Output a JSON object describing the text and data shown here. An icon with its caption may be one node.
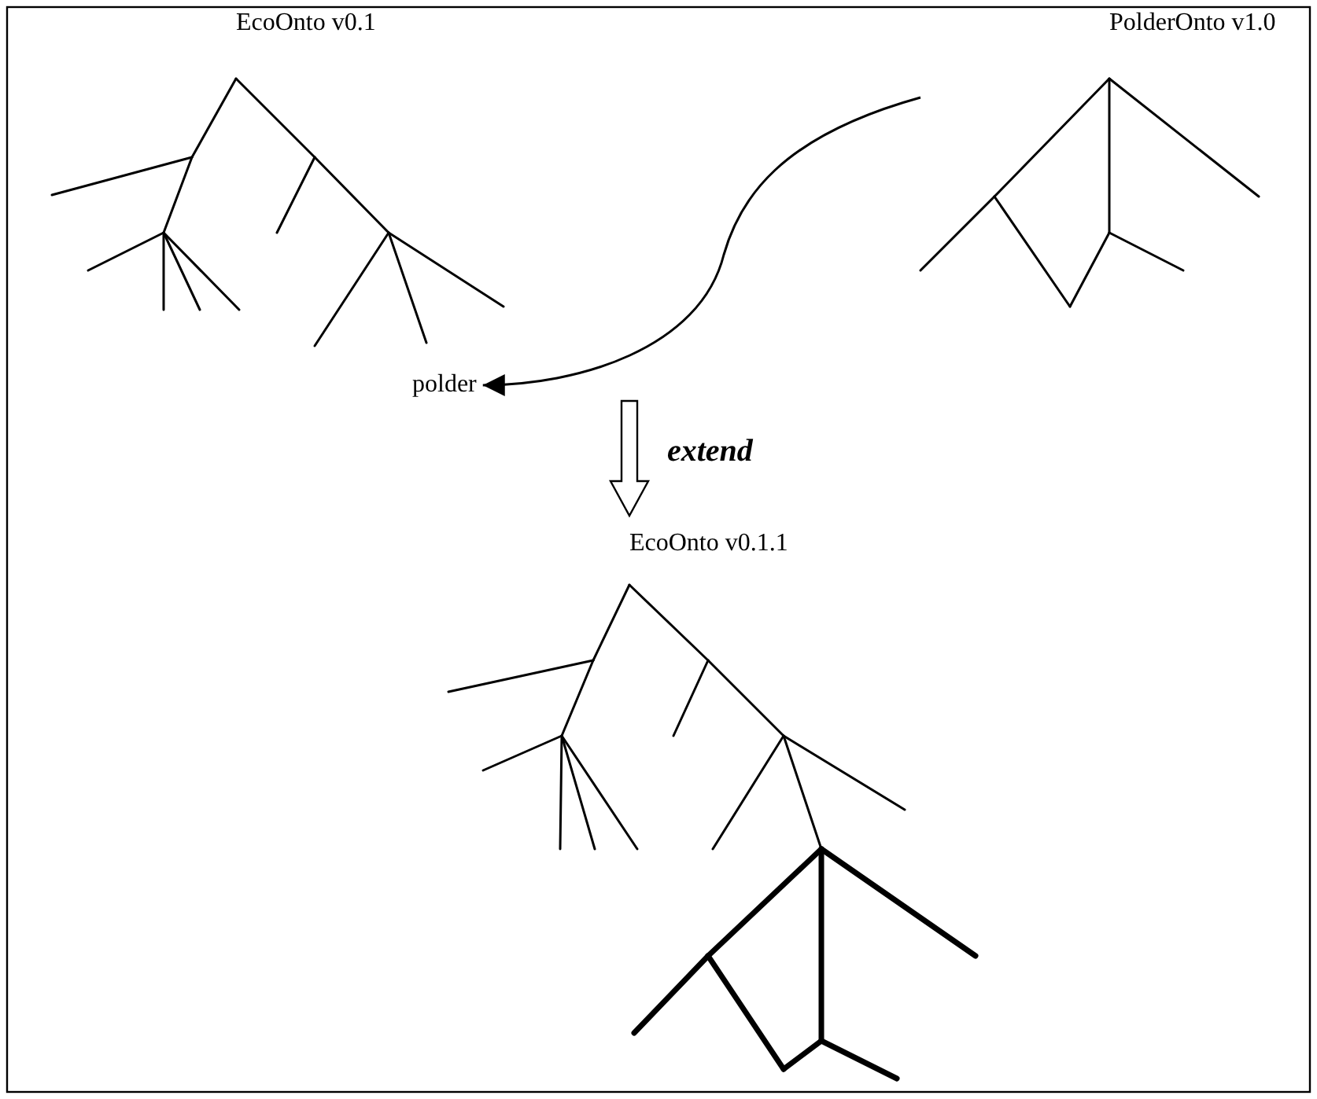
{
  "diagram": {
    "nodes": [
      {
        "text": [
          "EcoOnto v0.1"
        ]
      },
      {
        "text": [
          "PolderOnto v1.0"
        ]
      },
      {
        "text": [
          "polder"
        ]
      },
      {
        "text": [
          "EcoOnto v0.1.1"
        ]
      }
    ],
    "edges": [
      {
        "from": 1,
        "to": 2,
        "arrow": "to"
      },
      {
        "from": null,
        "to": 3,
        "arrow": "to",
        "label": "extend"
      }
    ]
  }
}
